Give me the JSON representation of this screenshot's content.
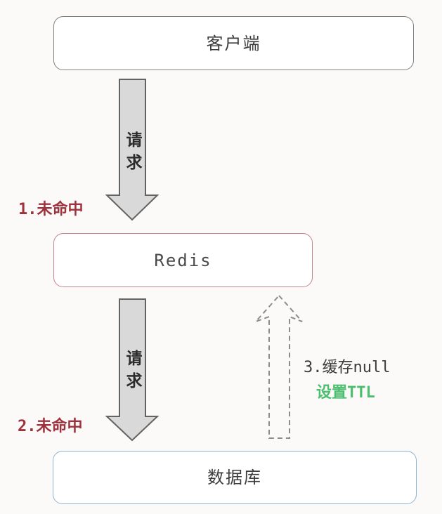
{
  "diagram": {
    "background_color": "#fbfaf9",
    "nodes": {
      "client": {
        "label": "客户端",
        "border_color": "#7f7f7f",
        "text_color": "#3d3d3d"
      },
      "redis": {
        "label": "Redis",
        "border_color": "#c2848f",
        "text_color": "#4a4a4a"
      },
      "database": {
        "label": "数据库",
        "border_color": "#8fb3d1",
        "text_color": "#3d3d3d"
      }
    },
    "arrows": {
      "client_to_redis": {
        "label": "请求",
        "kind": "solid-block-arrow-down",
        "fill": "#d9d9d9",
        "stroke": "#636363"
      },
      "redis_to_database": {
        "label": "请求",
        "kind": "solid-block-arrow-down",
        "fill": "#d9d9d9",
        "stroke": "#636363"
      },
      "database_to_redis": {
        "kind": "dashed-outline-arrow-up",
        "stroke": "#8c8c8c"
      }
    },
    "annotations": {
      "miss_1": {
        "text": "1.未命中",
        "color": "#9e323c"
      },
      "miss_2": {
        "text": "2.未命中",
        "color": "#9e323c"
      },
      "cache_null": {
        "text": "3.缓存null",
        "color": "#3c3c3c"
      },
      "set_ttl": {
        "text": "设置TTL",
        "color": "#4cbe6f"
      }
    }
  }
}
